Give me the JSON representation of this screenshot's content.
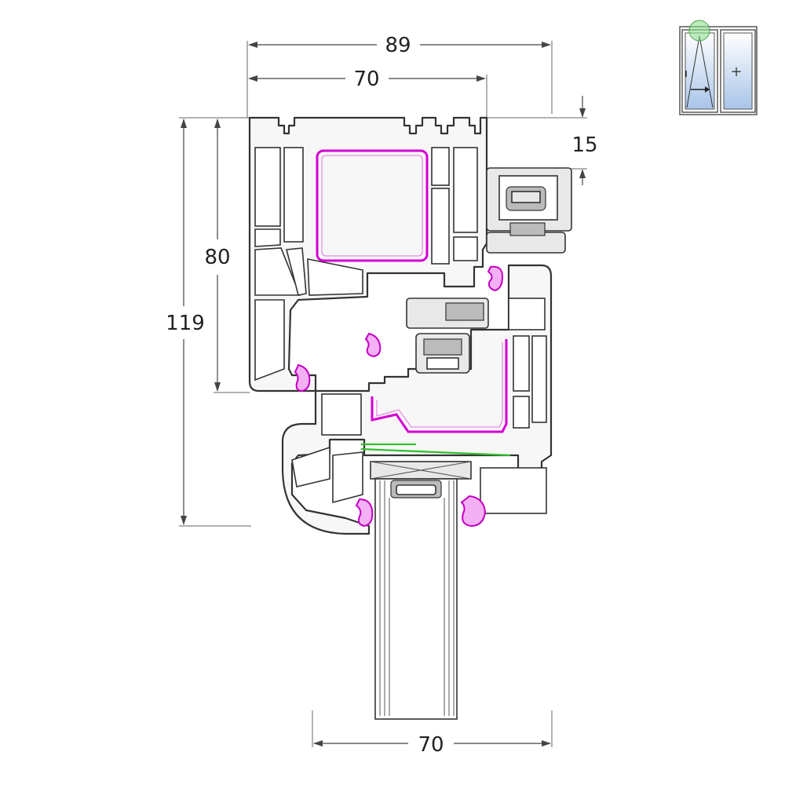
{
  "dimensions": {
    "frame_width": "89",
    "frame_depth": "70",
    "overlap": "15",
    "frame_height": "80",
    "total_height": "119",
    "sash_width": "70"
  },
  "legend": {
    "handle_symbol": "+",
    "highlight_color": "#90e090"
  },
  "colors": {
    "steel": "#d400d4",
    "seal": "#c400c4",
    "glazing_strip": "#30c030"
  }
}
